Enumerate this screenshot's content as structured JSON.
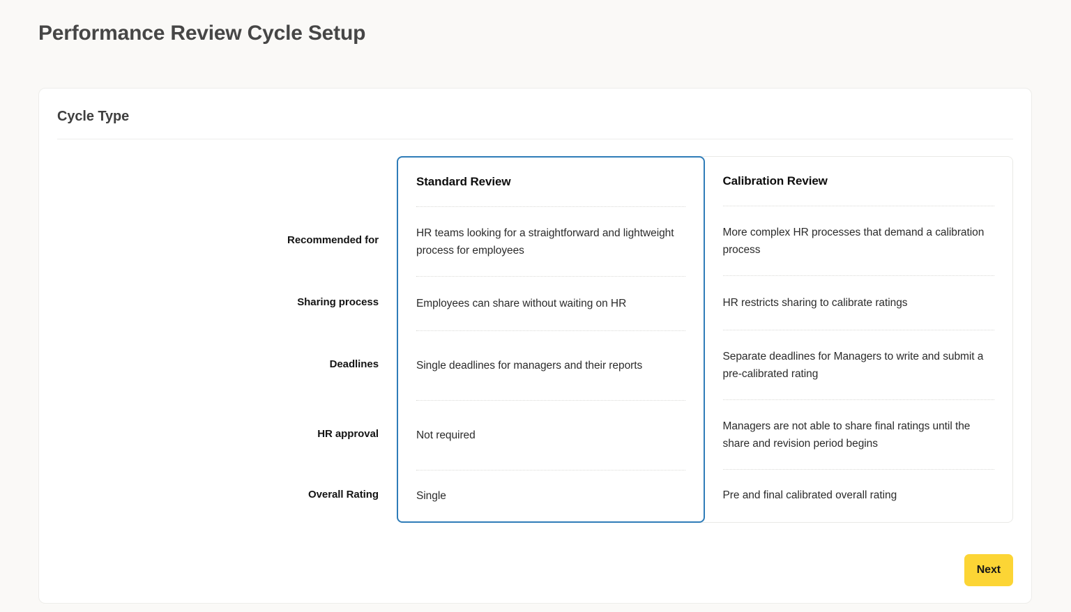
{
  "page": {
    "title": "Performance Review Cycle Setup",
    "background_color": "#faf9f7"
  },
  "card": {
    "section_title": "Cycle Type",
    "selected_option_index": 0,
    "selected_border_color": "#2e7cb8"
  },
  "comparison": {
    "row_labels": [
      "Recommended for",
      "Sharing process",
      "Deadlines",
      "HR approval",
      "Overall Rating"
    ],
    "options": [
      {
        "name": "Standard Review",
        "selected": true,
        "values": [
          "HR teams looking for a straightforward and lightweight process for employees",
          "Employees can share without waiting on HR",
          "Single deadlines for managers and their reports",
          "Not required",
          "Single"
        ]
      },
      {
        "name": "Calibration Review",
        "selected": false,
        "values": [
          "More complex HR processes that demand a calibration process",
          "HR restricts sharing to calibrate ratings",
          "Separate deadlines for Managers to write and submit a pre-calibrated rating",
          "Managers are not able to share final ratings until the share and revision period begins",
          "Pre and final calibrated overall rating"
        ]
      }
    ]
  },
  "footer": {
    "next_label": "Next",
    "next_color": "#fcd535"
  }
}
